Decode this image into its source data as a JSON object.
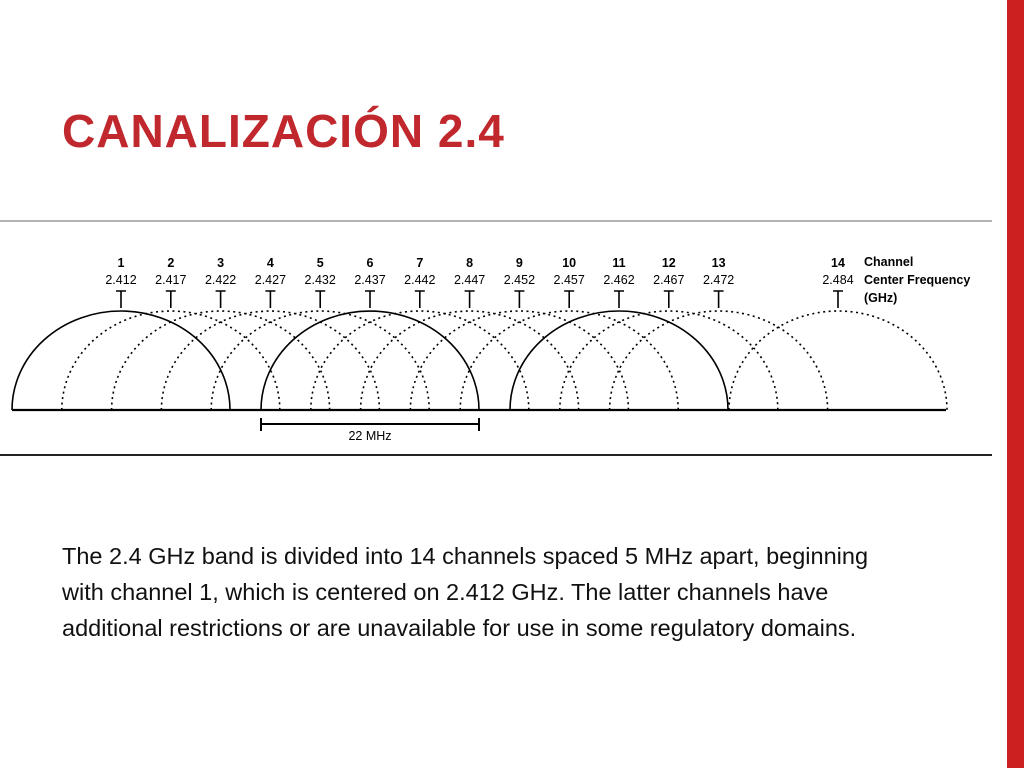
{
  "slide": {
    "title": "CANALIZACIÓN 2.4",
    "body": "The 2.4 GHz band is divided into 14 channels spaced 5 MHz apart, beginning with channel 1, which is centered on 2.412 GHz. The latter channels have additional restrictions or are unavailable for use in some regulatory domains.",
    "accent_color": "#c0282d",
    "bar_color": "#cc1f1f"
  },
  "diagram": {
    "channels": [
      {
        "number": "1",
        "freq": "2.412"
      },
      {
        "number": "2",
        "freq": "2.417"
      },
      {
        "number": "3",
        "freq": "2.422"
      },
      {
        "number": "4",
        "freq": "2.427"
      },
      {
        "number": "5",
        "freq": "2.432"
      },
      {
        "number": "6",
        "freq": "2.437"
      },
      {
        "number": "7",
        "freq": "2.442"
      },
      {
        "number": "8",
        "freq": "2.447"
      },
      {
        "number": "9",
        "freq": "2.452"
      },
      {
        "number": "10",
        "freq": "2.457"
      },
      {
        "number": "11",
        "freq": "2.462"
      },
      {
        "number": "12",
        "freq": "2.467"
      },
      {
        "number": "13",
        "freq": "2.472"
      },
      {
        "number": "14",
        "freq": "2.484"
      }
    ],
    "solid_channels": [
      "1",
      "6",
      "11"
    ],
    "legend": {
      "line1": "Channel",
      "line2": "Center Frequency",
      "line3": "(GHz)"
    },
    "width_label": "22 MHz"
  }
}
